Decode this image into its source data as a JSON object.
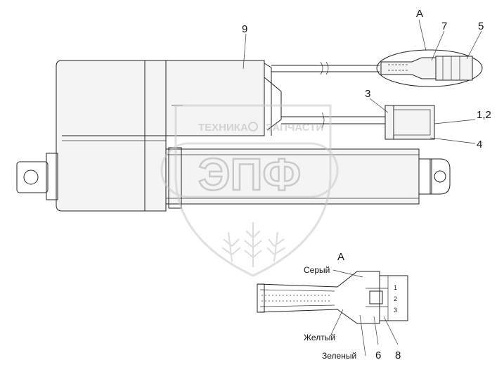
{
  "callouts": {
    "c9": "9",
    "cA_top": "A",
    "c7": "7",
    "c5": "5",
    "c3": "3",
    "c12": "1,2",
    "c4": "4",
    "cA_detail": "A",
    "c6": "6",
    "c8": "8"
  },
  "wire_labels": {
    "grey": "Серый",
    "yellow": "Желтый",
    "green": "Зеленый"
  },
  "pin_numbers": [
    "1",
    "2",
    "3"
  ],
  "watermark": {
    "brand_left": "ТЕХНИКА",
    "brand_right": "ЗАПЧАСТИ",
    "logo": "ЭПФ",
    "icon": "wheat-ears-icon",
    "color": "#c8c8c8"
  }
}
